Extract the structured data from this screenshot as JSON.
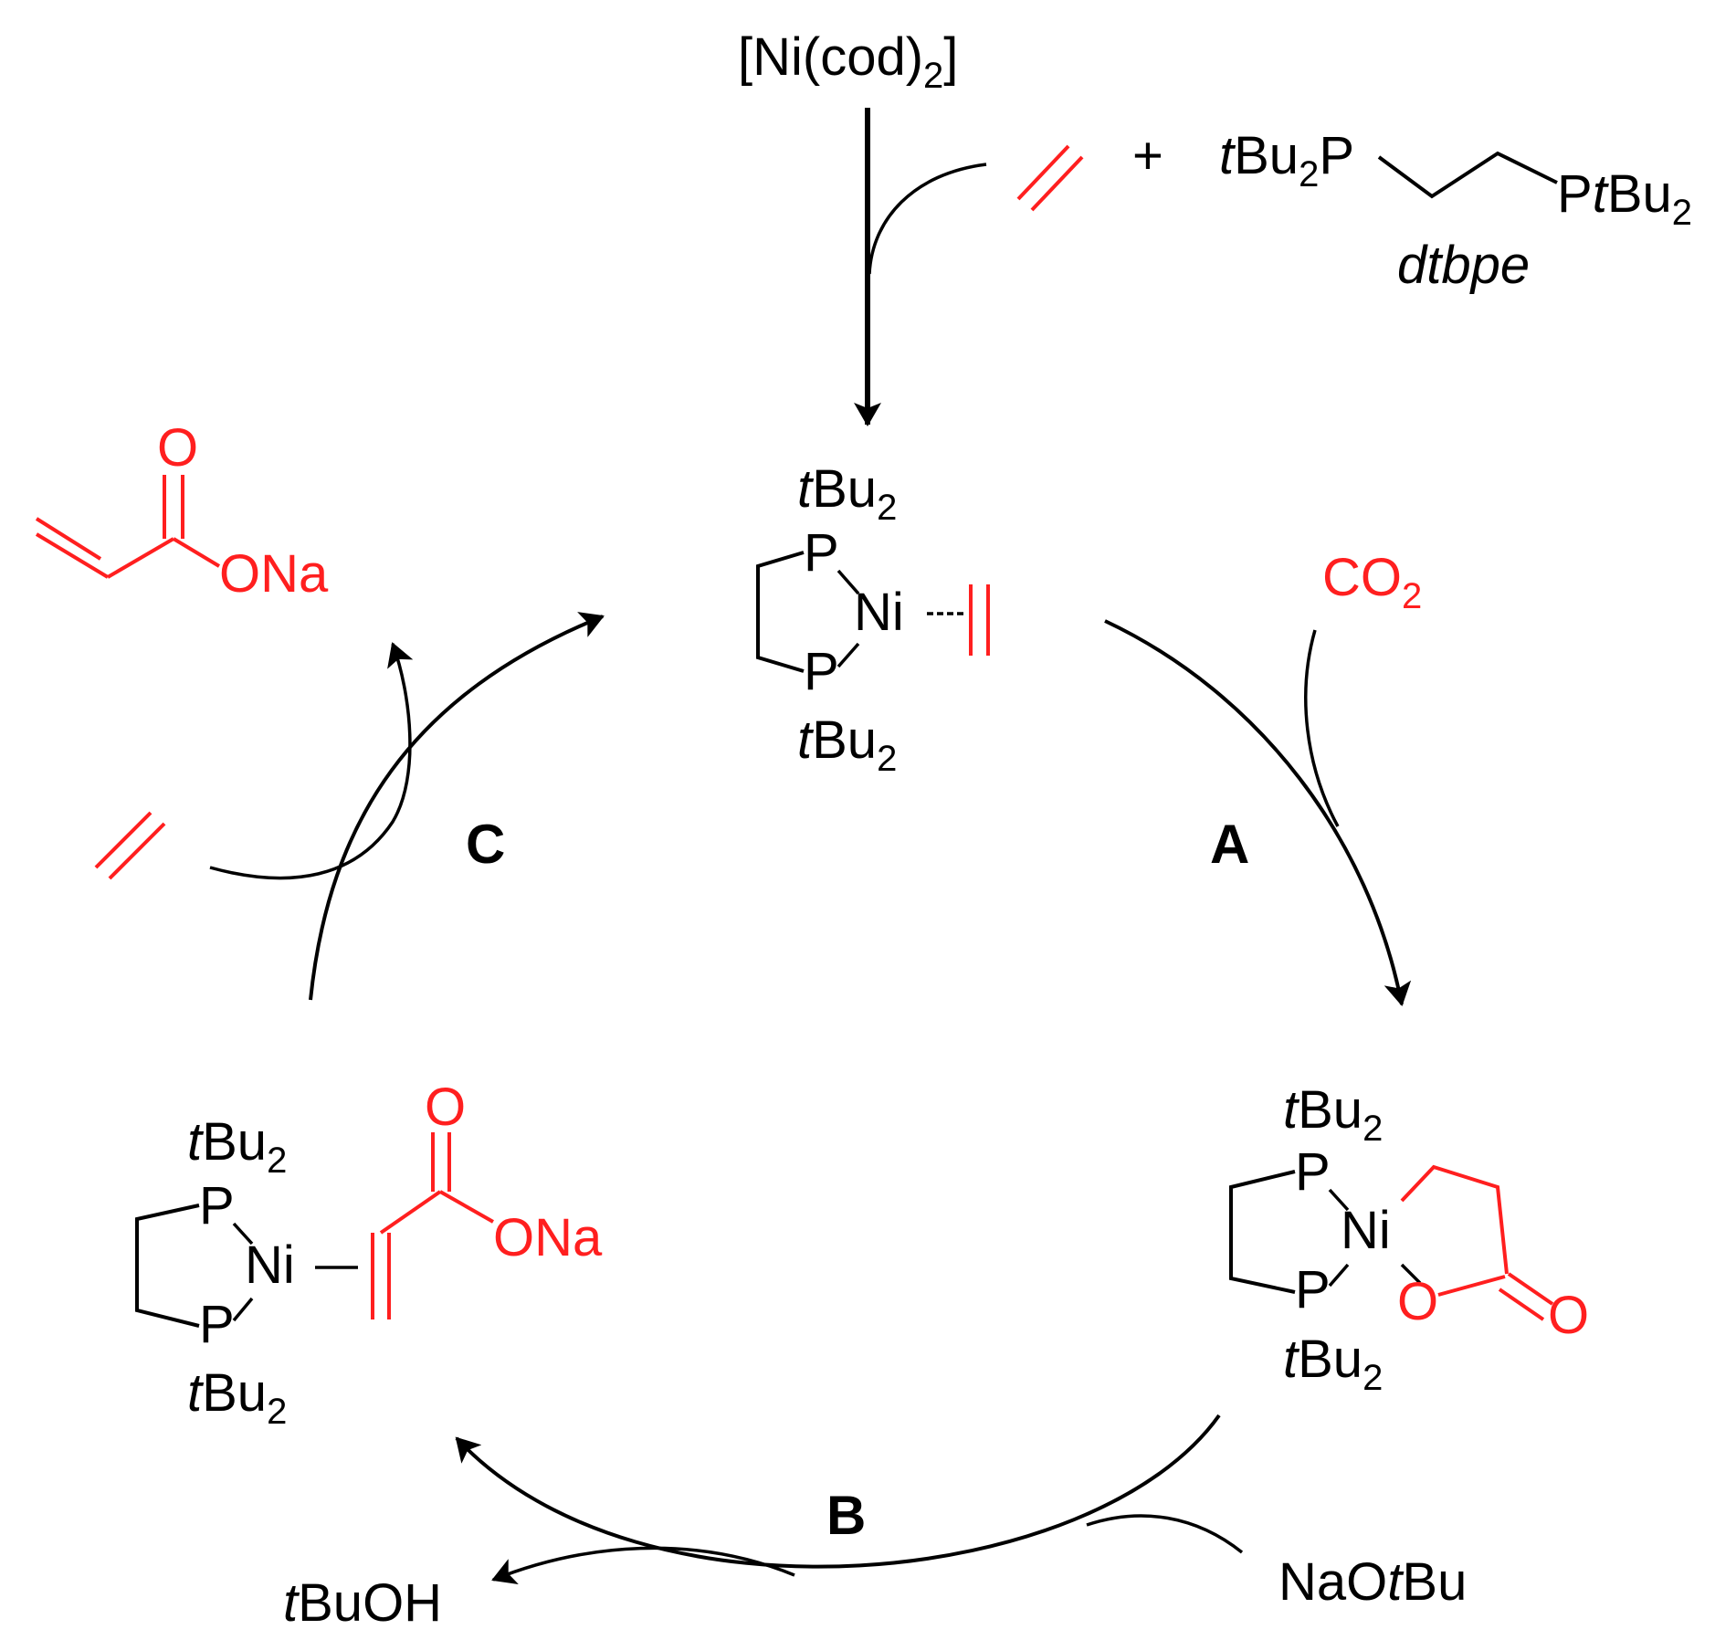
{
  "colors": {
    "black": "#000000",
    "red": "#ff1f1f"
  },
  "precursor": {
    "open": "[Ni(cod)",
    "sub": "2",
    "close": "]"
  },
  "reagents_top": {
    "plus": "+",
    "ligand": {
      "left_t": "t",
      "left_bu": "Bu",
      "left_sub": "2",
      "left_p": "P",
      "right_p": "P",
      "right_t": "t",
      "right_bu": "Bu",
      "right_sub": "2",
      "name": "dtbpe"
    }
  },
  "complex_top": {
    "tbu_t": "t",
    "tbu_bu": "Bu",
    "tbu_sub": "2",
    "p": "P",
    "ni": "Ni"
  },
  "complex_right": {
    "tbu_t": "t",
    "tbu_bu": "Bu",
    "tbu_sub": "2",
    "p": "P",
    "ni": "Ni",
    "o": "O"
  },
  "complex_left": {
    "tbu_t": "t",
    "tbu_bu": "Bu",
    "tbu_sub": "2",
    "p": "P",
    "ni": "Ni",
    "o": "O",
    "ona": "ONa"
  },
  "product": {
    "o": "O",
    "ona": "ONa"
  },
  "co2": {
    "text": "CO",
    "sub": "2"
  },
  "base": {
    "na": "NaO",
    "t": "t",
    "bu": "Bu"
  },
  "byproduct": {
    "t": "t",
    "rest": "BuOH"
  },
  "steps": {
    "a": "A",
    "b": "B",
    "c": "C"
  }
}
